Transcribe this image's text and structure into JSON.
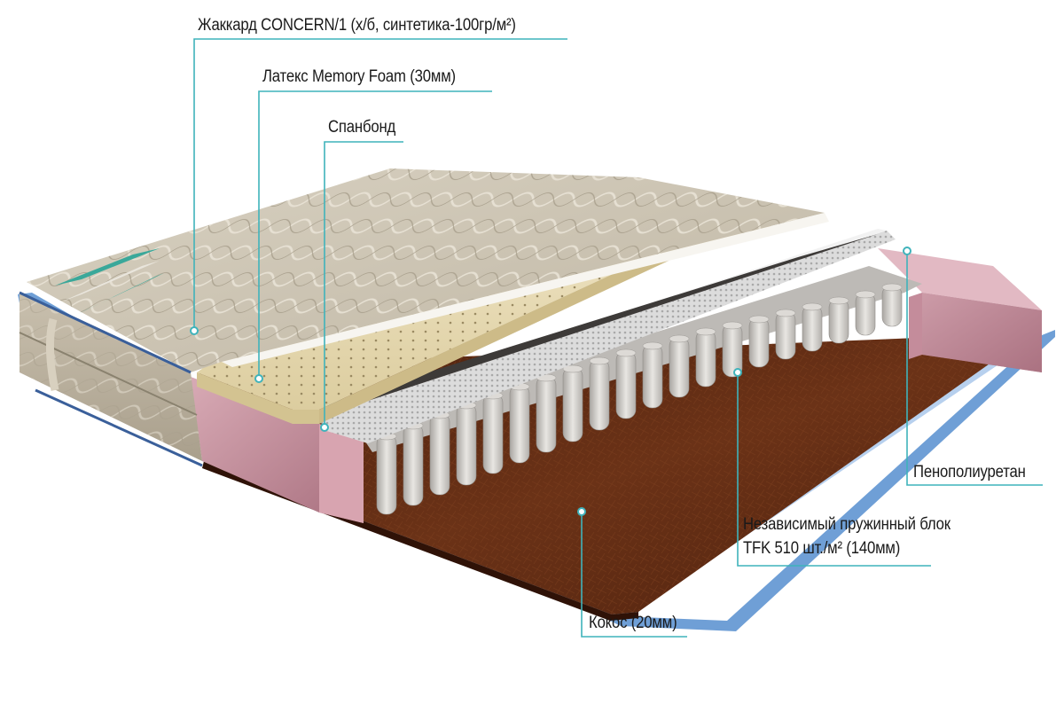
{
  "diagram": {
    "subject": "Mattress cross-section",
    "accent_color": "#3fb3bb",
    "callouts": [
      {
        "id": "jacquard",
        "text": "Жаккард CONCERN/1 (х/б, синтетика-100гр/м²)"
      },
      {
        "id": "latex",
        "text": "Латекс Memory Foam  (30мм)"
      },
      {
        "id": "spunbond",
        "text": "Спанбонд"
      },
      {
        "id": "polyurethane",
        "text": "Пенополиуретан"
      },
      {
        "id": "spring_block_line1",
        "text": "Независимый пружинный блок"
      },
      {
        "id": "spring_block_line2",
        "text": "TFK 510 шт./м²  (140мм)"
      },
      {
        "id": "coconut",
        "text": "Кокос (20мм)"
      }
    ],
    "layers": [
      {
        "name": "Jacquard cover",
        "color": "#cfc7b6"
      },
      {
        "name": "Latex Memory Foam",
        "color": "#e8dcb8"
      },
      {
        "name": "Spunbond",
        "color": "#d8d8d8"
      },
      {
        "name": "Polyurethane foam",
        "color": "#c99aa5"
      },
      {
        "name": "Independent spring block",
        "color": "#d6d3cf"
      },
      {
        "name": "Coconut coir",
        "color": "#5a2a12"
      }
    ]
  }
}
